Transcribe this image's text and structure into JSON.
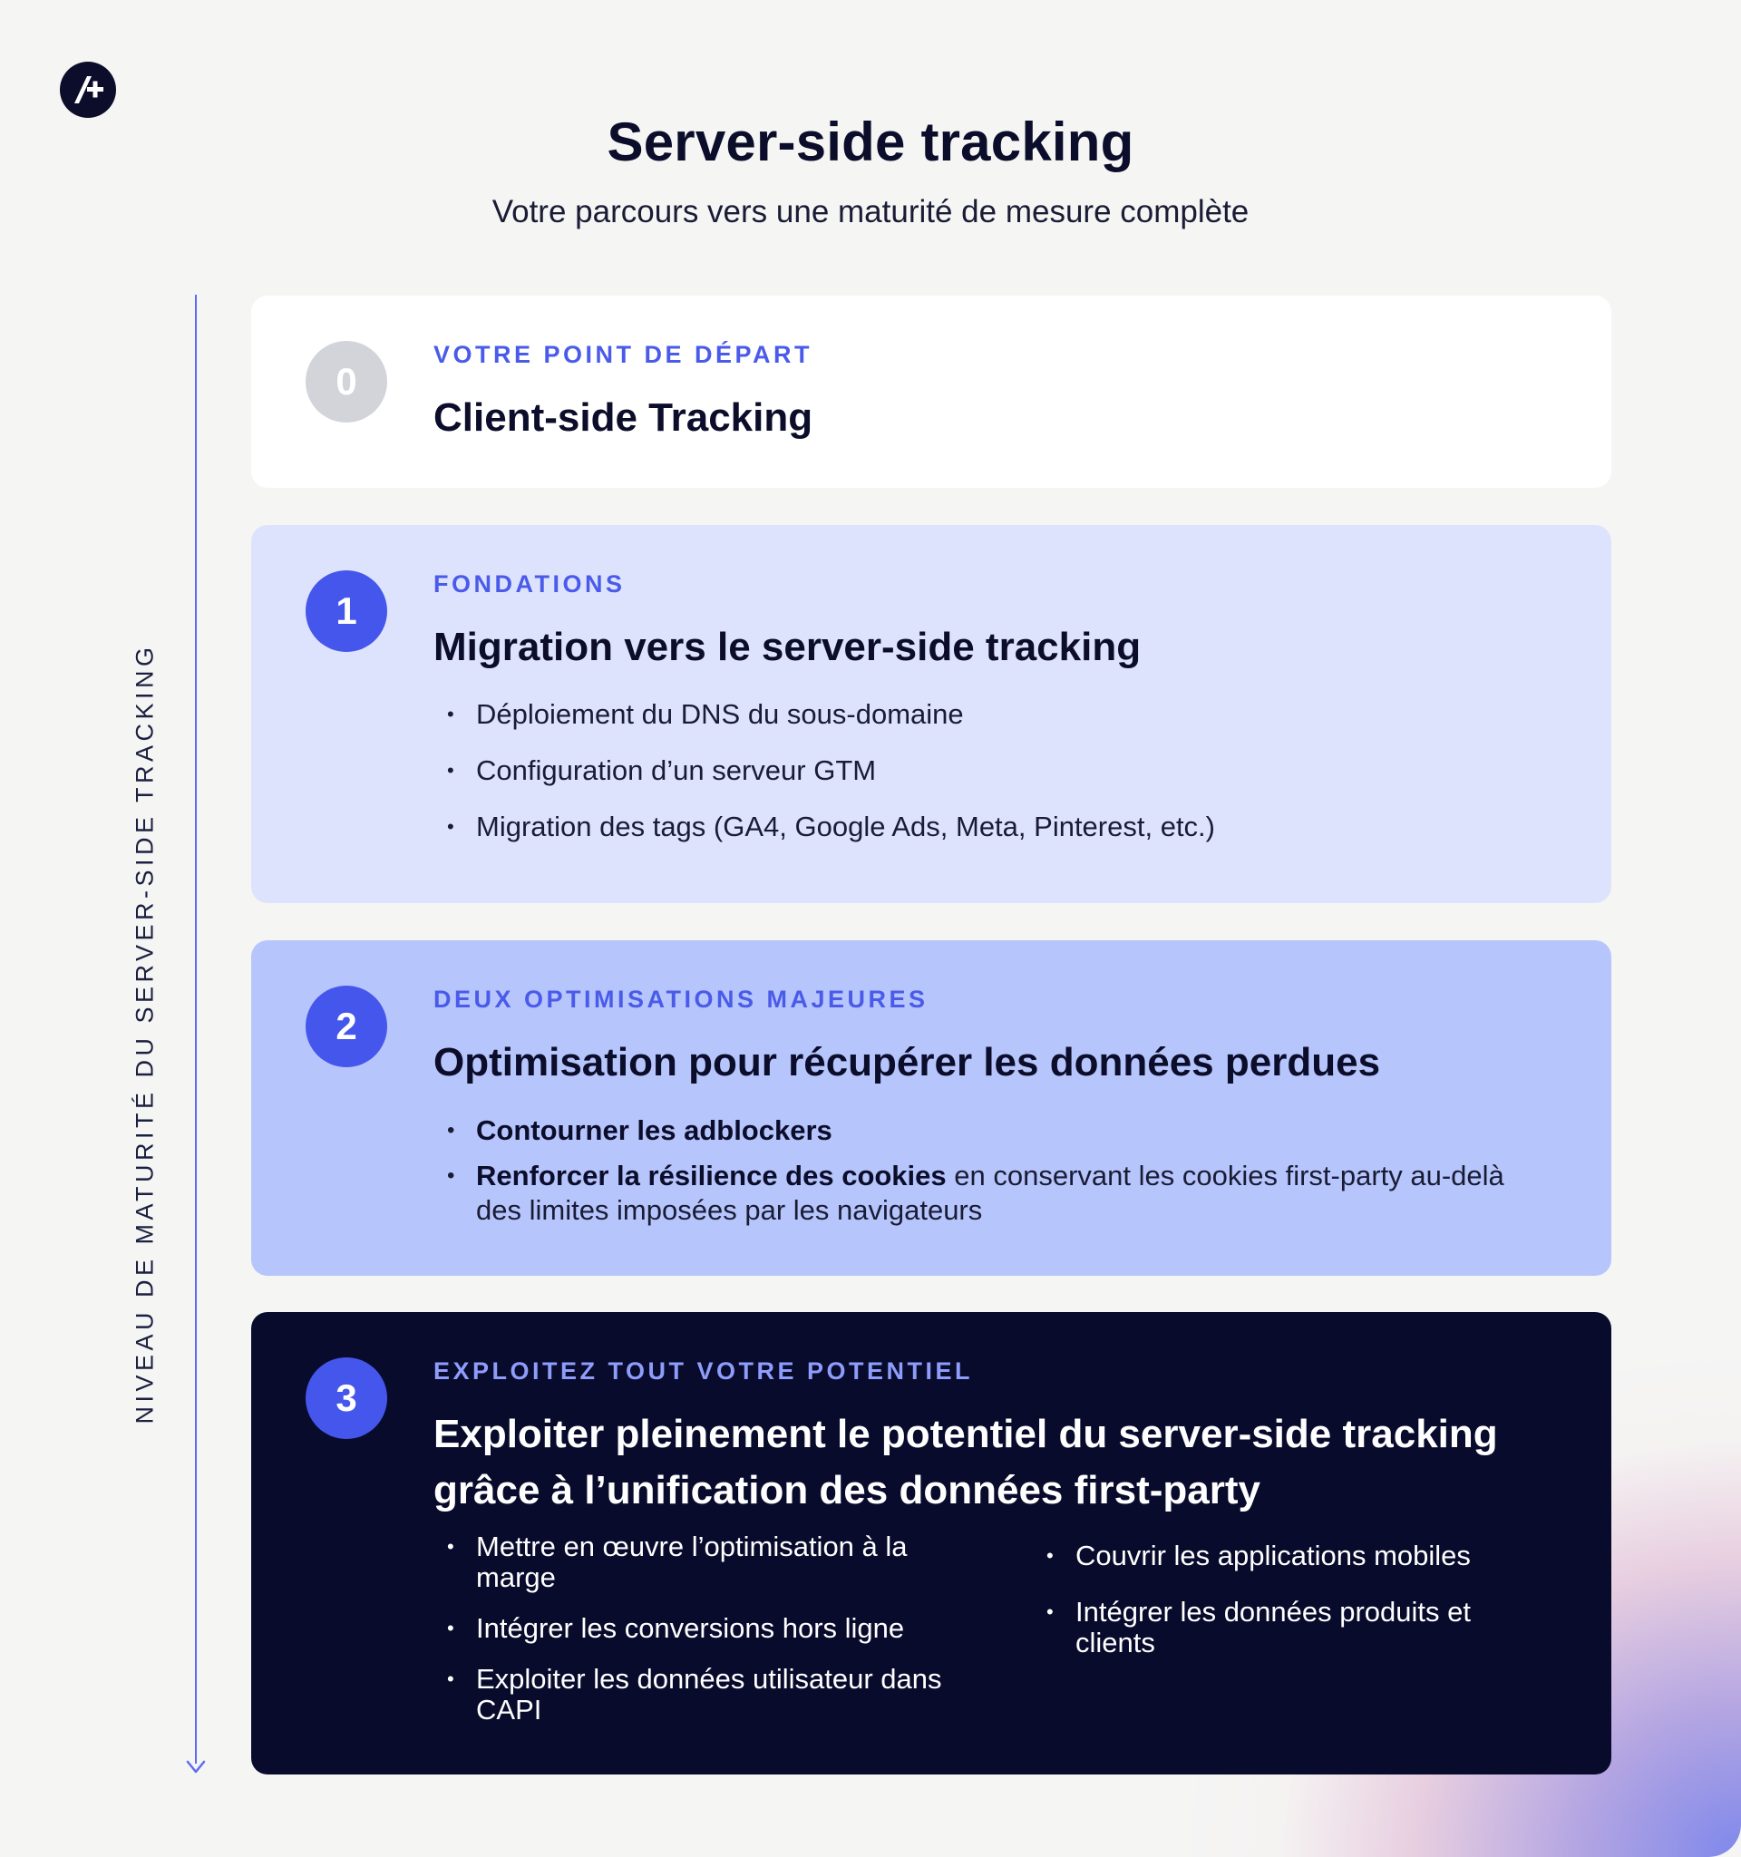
{
  "header": {
    "title": "Server-side tracking",
    "subtitle": "Votre parcours vers une maturité de mesure complète"
  },
  "logo": {
    "icon": "a-plus-logo"
  },
  "axis": {
    "label": "Niveau de maturité du server-side tracking",
    "color": "#5b6cf2"
  },
  "steps": [
    {
      "number": "0",
      "eyebrow": "Votre point de départ",
      "heading": "Client-side Tracking",
      "background": "#ffffff"
    },
    {
      "number": "1",
      "eyebrow": "Fondations",
      "heading": "Migration vers le server-side tracking",
      "items": [
        "Déploiement du DNS du sous-domaine",
        "Configuration d’un serveur GTM",
        "Migration des tags (GA4, Google Ads, Meta, Pinterest, etc.)"
      ],
      "background": "#dee3fd"
    },
    {
      "number": "2",
      "eyebrow": "Deux optimisations majeures",
      "heading": "Optimisation pour récupérer les données perdues",
      "items": [
        {
          "strong": "Contourner les adblockers",
          "rest": ""
        },
        {
          "strong": "Renforcer la résilience des cookies",
          "rest": " en conservant les cookies first-party au-delà des limites imposées par les navigateurs"
        }
      ],
      "background": "#b6c5fb"
    },
    {
      "number": "3",
      "eyebrow": "Exploitez tout votre potentiel",
      "heading": "Exploiter pleinement le potentiel du server-side tracking grâce à l’unification des données first-party",
      "items_left": [
        "Mettre en œuvre l’optimisation à la marge",
        "Intégrer les conversions hors ligne",
        "Exploiter les données utilisateur dans CAPI"
      ],
      "items_right": [
        "Couvrir les applications mobiles",
        "Intégrer les données produits et clients"
      ],
      "background": "#080b2c"
    }
  ],
  "colors": {
    "accent": "#4556ec",
    "dark": "#0b0d2a",
    "badge_gray": "#d3d4da"
  }
}
